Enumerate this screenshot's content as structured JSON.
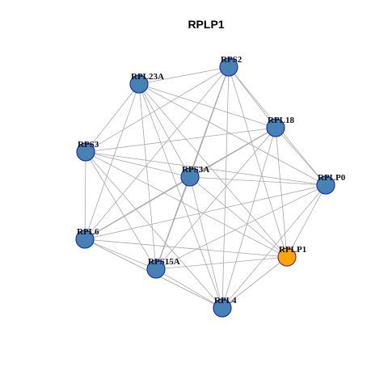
{
  "title": "RPLP1",
  "colors": {
    "node_fill": "#4682b4",
    "node_stroke": "#1f2fb8",
    "highlight_fill": "#ffa500",
    "highlight_stroke": "#7a2a6a",
    "edge": "#a9a9a9"
  },
  "nodes": [
    {
      "id": "RPS2",
      "label": "RPS2"
    },
    {
      "id": "RPL23A",
      "label": "RPL23A"
    },
    {
      "id": "RPL18",
      "label": "RPL18"
    },
    {
      "id": "RPS3",
      "label": "RPS3"
    },
    {
      "id": "RPS3A",
      "label": "RPS3A"
    },
    {
      "id": "RPLP0",
      "label": "RPLP0"
    },
    {
      "id": "RPL6",
      "label": "RPL6"
    },
    {
      "id": "RPLP1",
      "label": "RPLP1",
      "highlight": true
    },
    {
      "id": "RPS15A",
      "label": "RPS15A"
    },
    {
      "id": "RPL4",
      "label": "RPL4"
    }
  ],
  "edges": [
    [
      "RPS2",
      "RPL23A"
    ],
    [
      "RPS2",
      "RPL18"
    ],
    [
      "RPS2",
      "RPLP0"
    ],
    [
      "RPS2",
      "RPS3"
    ],
    [
      "RPS2",
      "RPS3A"
    ],
    [
      "RPS2",
      "RPL6"
    ],
    [
      "RPS2",
      "RPS15A"
    ],
    [
      "RPS2",
      "RPLP1"
    ],
    [
      "RPS2",
      "RPL4"
    ],
    [
      "RPL23A",
      "RPL18"
    ],
    [
      "RPL23A",
      "RPLP0"
    ],
    [
      "RPL23A",
      "RPS3"
    ],
    [
      "RPL23A",
      "RPS3A"
    ],
    [
      "RPL23A",
      "RPL6"
    ],
    [
      "RPL23A",
      "RPS15A"
    ],
    [
      "RPL23A",
      "RPLP1"
    ],
    [
      "RPL23A",
      "RPL4"
    ],
    [
      "RPL18",
      "RPLP0"
    ],
    [
      "RPL18",
      "RPS3"
    ],
    [
      "RPL18",
      "RPS3A"
    ],
    [
      "RPL18",
      "RPL6"
    ],
    [
      "RPL18",
      "RPS15A"
    ],
    [
      "RPL18",
      "RPLP1"
    ],
    [
      "RPL18",
      "RPL4"
    ],
    [
      "RPS3",
      "RPS3A"
    ],
    [
      "RPS3",
      "RPLP0"
    ],
    [
      "RPS3",
      "RPL6"
    ],
    [
      "RPS3",
      "RPS15A"
    ],
    [
      "RPS3",
      "RPLP1"
    ],
    [
      "RPS3",
      "RPL4"
    ],
    [
      "RPS3A",
      "RPLP0"
    ],
    [
      "RPS3A",
      "RPL6"
    ],
    [
      "RPS3A",
      "RPS15A"
    ],
    [
      "RPS3A",
      "RPLP1"
    ],
    [
      "RPS3A",
      "RPL4"
    ],
    [
      "RPLP0",
      "RPL6"
    ],
    [
      "RPLP0",
      "RPS15A"
    ],
    [
      "RPLP0",
      "RPLP1"
    ],
    [
      "RPLP0",
      "RPL4"
    ],
    [
      "RPL6",
      "RPS15A"
    ],
    [
      "RPL6",
      "RPLP1"
    ],
    [
      "RPL6",
      "RPL4"
    ],
    [
      "RPS15A",
      "RPLP1"
    ],
    [
      "RPS15A",
      "RPL4"
    ],
    [
      "RPLP1",
      "RPL4"
    ]
  ],
  "heavy_edges": [
    [
      "RPL6",
      "RPL18"
    ],
    [
      "RPS15A",
      "RPS2"
    ]
  ]
}
